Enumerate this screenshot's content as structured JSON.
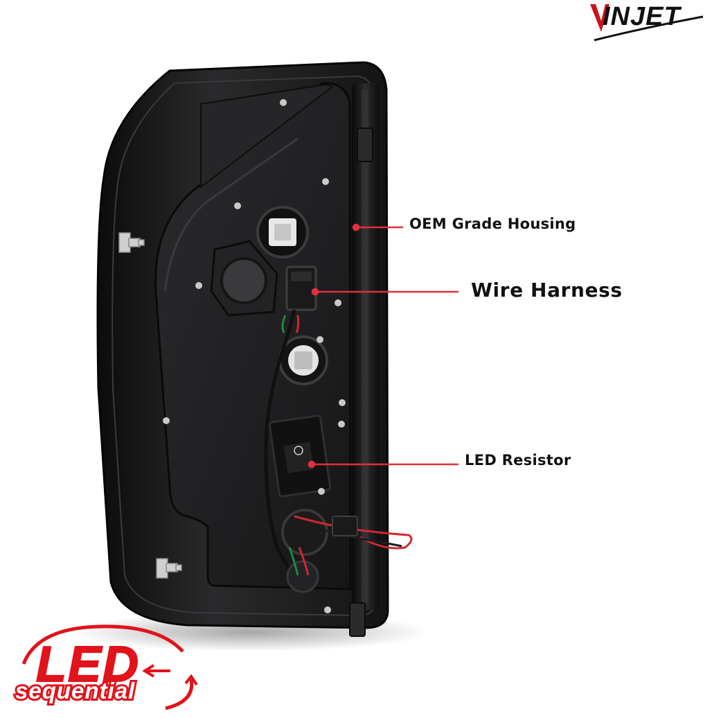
{
  "brand": {
    "logo_text": "INJET",
    "logo_mark": "V-swoosh-logo",
    "logo_color": "#c8141c"
  },
  "callouts": {
    "housing": "OEM Grade Housing",
    "harness": "Wire Harness",
    "resistor": "LED Resistor",
    "line_color": "#e0303a"
  },
  "badge": {
    "line1": "LED",
    "line2": "sequential",
    "color": "#e1131b"
  },
  "product": {
    "body_color": "#1b1b1d"
  }
}
